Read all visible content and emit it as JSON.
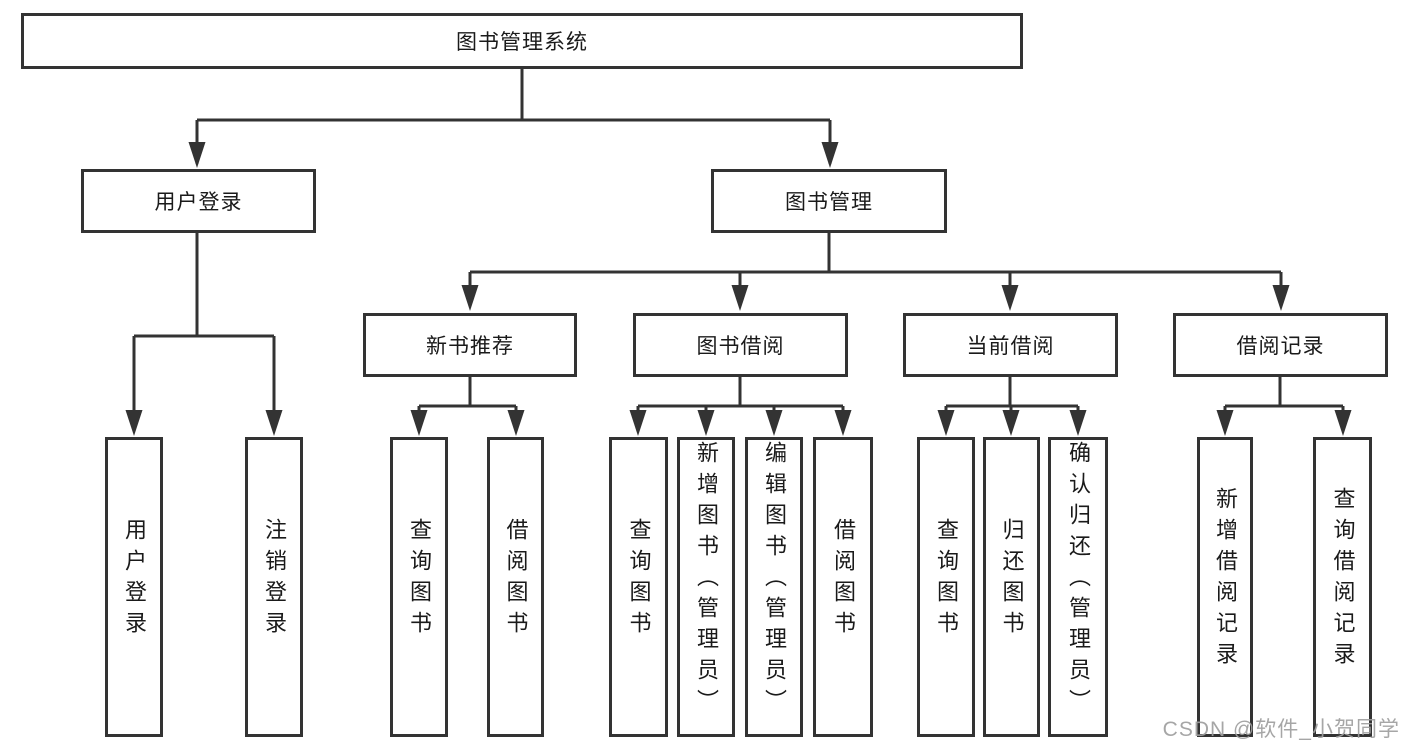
{
  "colors": {
    "line": "#333333",
    "box_border": "#333333",
    "text": "#1a1a1a",
    "watermark": "#9e9e9e",
    "background": "#ffffff"
  },
  "tree": {
    "root": {
      "label": "图书管理系统"
    },
    "branches": [
      {
        "label": "用户登录",
        "children": [
          {
            "label": "用户登录"
          },
          {
            "label": "注销登录"
          }
        ]
      },
      {
        "label": "图书管理",
        "sections": [
          {
            "label": "新书推荐",
            "children": [
              {
                "label": "查询图书"
              },
              {
                "label": "借阅图书"
              }
            ]
          },
          {
            "label": "图书借阅",
            "children": [
              {
                "label": "查询图书"
              },
              {
                "label": "新增图书（管理员）"
              },
              {
                "label": "编辑图书（管理员）"
              },
              {
                "label": "借阅图书"
              }
            ]
          },
          {
            "label": "当前借阅",
            "children": [
              {
                "label": "查询图书"
              },
              {
                "label": "归还图书"
              },
              {
                "label": "确认归还（管理员）"
              }
            ]
          },
          {
            "label": "借阅记录",
            "children": [
              {
                "label": "新增借阅记录"
              },
              {
                "label": "查询借阅记录"
              }
            ]
          }
        ]
      }
    ]
  },
  "watermark": {
    "text": "CSDN @软件_小贺同学"
  }
}
